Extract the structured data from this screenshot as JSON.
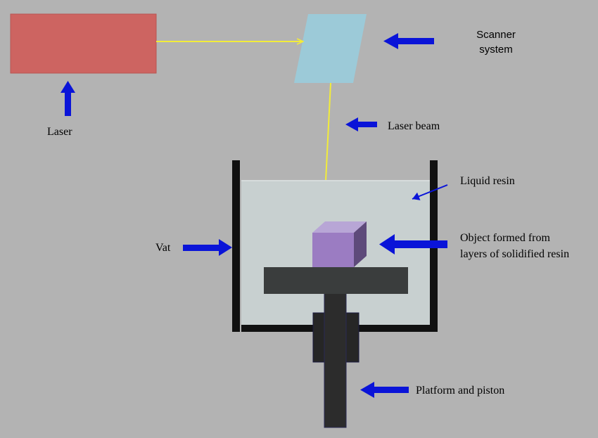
{
  "labels": {
    "laser": "Laser",
    "scanner_line1": "Scanner",
    "scanner_line2": "system",
    "laser_beam": "Laser beam",
    "liquid_resin": "Liquid resin",
    "vat": "Vat",
    "object_line1": "Object formed from",
    "object_line2": "layers of solidified resin",
    "platform": "Platform and piston"
  },
  "colors": {
    "background": "#b3b3b3",
    "laser_box": "#cd6461",
    "scanner_mirror": "#9ccad8",
    "beam": "#f2ec3a",
    "pointer_arrow": "#0a14d8",
    "resin": "#c8d0d0",
    "vat_wall": "#111111",
    "object_front": "#9b7cc2",
    "object_side": "#5e4a7a",
    "platform": "#3a3d3d"
  }
}
